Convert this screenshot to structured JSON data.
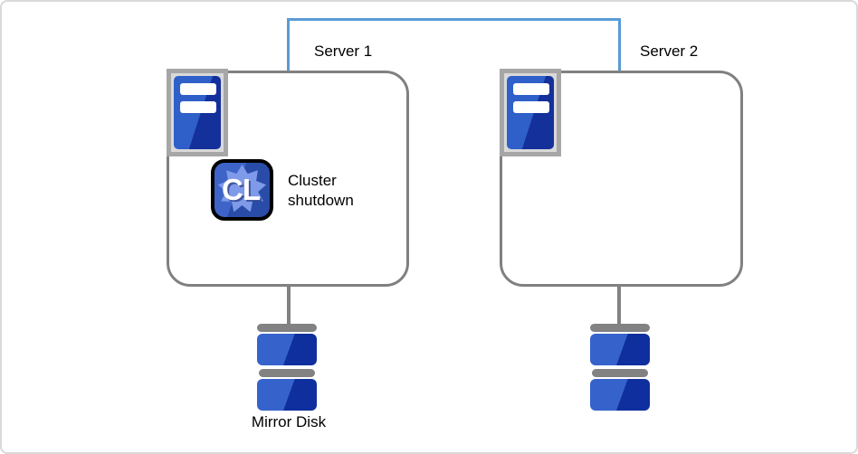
{
  "diagram": {
    "server1": {
      "label": "Server 1",
      "action_badge": "CL",
      "action_text": "Cluster shutdown"
    },
    "server2": {
      "label": "Server 2"
    },
    "mirror_disk_label": "Mirror Disk",
    "icons": {
      "server1_icon": "server-tower-icon",
      "server2_icon": "server-tower-icon",
      "cluster_badge_icon": "cl-app-gear-icon",
      "left_storage_icon": "disk-stack-icon",
      "right_storage_icon": "disk-stack-icon"
    },
    "colors": {
      "interconnect_blue": "#5B9BD5",
      "box_border_gray": "#808080",
      "canvas_border_gray": "#D9D9D9",
      "icon_frame_gray": "#A6A6A6",
      "server_icon_blue_light": "#2F5FC8",
      "server_icon_blue_dark": "#14309B",
      "disk_blue_light": "#3563CB",
      "disk_blue_dark": "#0E2F9D",
      "cl_bg_blue_light": "#3E64C9",
      "cl_bg_blue_dark": "#2A4CA9",
      "cl_gear_blue": "#7E9AE8",
      "cl_border_black": "#000000",
      "connector_stem_gray": "#828282"
    }
  }
}
